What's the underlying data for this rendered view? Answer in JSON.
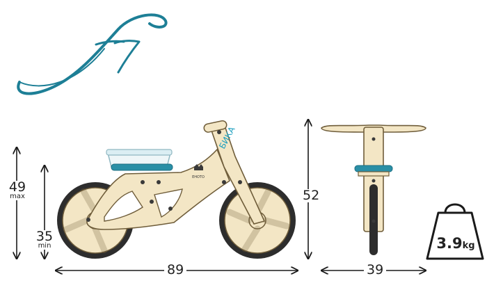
{
  "brand_mark": "f7",
  "colors": {
    "teal": "#1d7f96",
    "wood": "#f3e6c5",
    "wood_stroke": "#6f5d3a",
    "tire": "#2d2d2d",
    "seat_teal": "#2a8fa6",
    "dim_line": "#1a1a1a"
  },
  "bike_labels": {
    "brand_frame": "EHOTO",
    "brand_fork": "БИКА"
  },
  "dimensions": {
    "seat_max": {
      "value": "49",
      "qualifier": "max"
    },
    "seat_min": {
      "value": "35",
      "qualifier": "min"
    },
    "length": {
      "value": "89"
    },
    "height": {
      "value": "52"
    },
    "width": {
      "value": "39"
    }
  },
  "weight": {
    "value": "3.9",
    "unit": "kg"
  }
}
